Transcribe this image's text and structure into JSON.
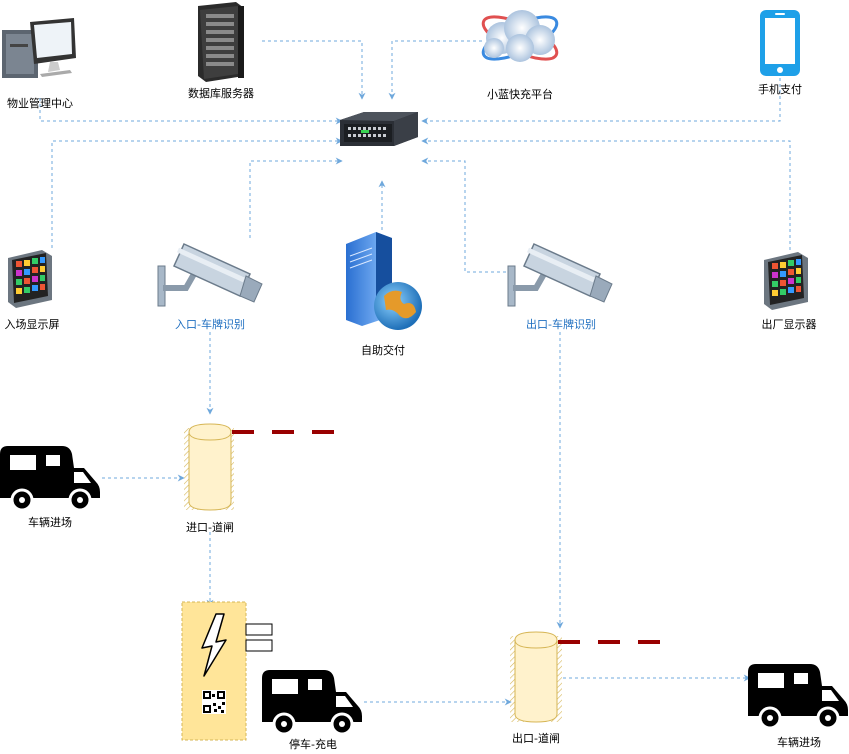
{
  "labels": {
    "property_center": "物业管理中心",
    "db_server": "数据库服务器",
    "charging_platform": "小蓝快充平台",
    "mobile_pay": "手机支付",
    "entry_display": "入场显示屏",
    "entry_camera": "入口-车牌识别",
    "auto_pay": "自助交付",
    "exit_camera": "出口-车牌识别",
    "exit_display": "出厂显示器",
    "vehicle_in": "车辆进场",
    "entry_gate": "进口-道闸",
    "parking_charging": "停车-充电",
    "exit_gate": "出口-道闸",
    "vehicle_out": "车辆进场"
  },
  "colors": {
    "connector": "#6fa8dc",
    "barrier": "#990000",
    "label_blue": "#1f6fc0",
    "gate_fill": "#fff2cc",
    "gate_stroke": "#d6b656",
    "charger_fill": "#ffe599"
  },
  "icons": {
    "property_center": "desktop-computer-icon",
    "db_server": "server-rack-icon",
    "charging_platform": "cloud-network-icon",
    "mobile_pay": "smartphone-icon",
    "switch": "network-switch-icon",
    "entry_display": "display-monitor-icon",
    "exit_display": "display-monitor-icon",
    "entry_camera": "surveillance-camera-icon",
    "exit_camera": "surveillance-camera-icon",
    "auto_pay": "web-server-globe-icon",
    "vehicles": "truck-icon",
    "charger": "charging-pile-icon",
    "gates": "barrier-gate-icon"
  }
}
